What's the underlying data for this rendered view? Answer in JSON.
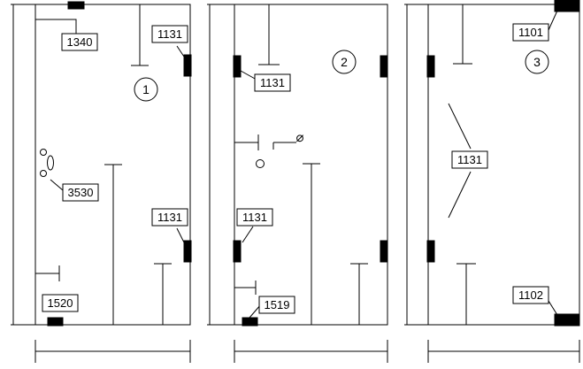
{
  "panels": [
    {
      "number": "1"
    },
    {
      "number": "2"
    },
    {
      "number": "3"
    }
  ],
  "callouts": {
    "p1_top_left": "1340",
    "p1_top_right": "1131",
    "p1_mid_left": "3530",
    "p1_bottom_right": "1131",
    "p1_bottom_left": "1520",
    "p2_top_left": "1131",
    "p2_bottom_left": "1131",
    "p2_bottom": "1519",
    "p3_top_right": "1101",
    "p3_center": "1131",
    "p3_bottom_right": "1102"
  },
  "symbols": {
    "diameter": "⌀"
  }
}
